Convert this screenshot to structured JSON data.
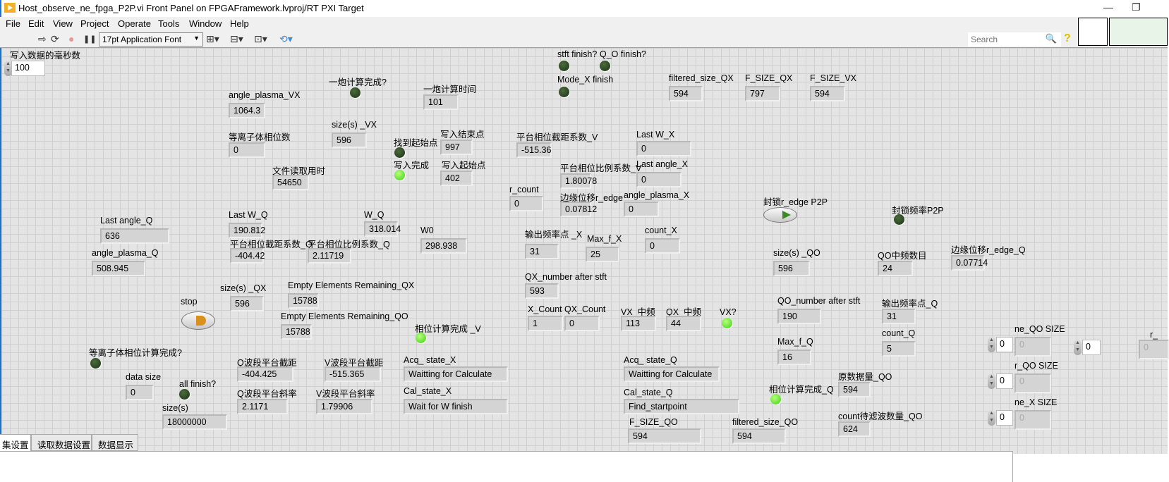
{
  "window": {
    "title": "Host_observe_ne_fpga_P2P.vi Front Panel on FPGAFramework.lvproj/RT PXI Target",
    "minimize": "—",
    "restore": "❐"
  },
  "menu": [
    "File",
    "Edit",
    "View",
    "Project",
    "Operate",
    "Tools",
    "Window",
    "Help"
  ],
  "toolbar": {
    "run_icon": "⇨",
    "run_continuous_icon": "⟳",
    "abort_icon": "●",
    "pause_icon": "❚❚",
    "font": "17pt Application Font",
    "align_icon": "⊞▾",
    "distribute_icon": "⊟▾",
    "resize_icon": "⊡▾",
    "reorder_icon": "⟲▾",
    "search_placeholder": "Search",
    "help": "?"
  },
  "controls": {
    "write_ms": {
      "label": "写入数据的毫秒数",
      "value": "100"
    },
    "stop": {
      "label": "stop"
    },
    "lock_r_edge": {
      "label": "封锁r_edge P2P"
    }
  },
  "indicators": {
    "angle_plasma_VX": {
      "label": "angle_plasma_VX",
      "value": "1064.3"
    },
    "plasma_phase_count": {
      "label": "等离子体相位数",
      "value": "0"
    },
    "size_VX": {
      "label": "size(s) _VX",
      "value": "596"
    },
    "file_read_time": {
      "label": "文件读取用时",
      "value": "54650"
    },
    "shot_calc_time": {
      "label": "一炮计算时间",
      "value": "101"
    },
    "write_end": {
      "label": "写入结束点",
      "value": "997"
    },
    "write_start": {
      "label": "写入起始点",
      "value": "402"
    },
    "platform_intercept_V": {
      "label": "平台相位截距系数_V",
      "value": "-515.36"
    },
    "last_W_X": {
      "label": "Last W_X",
      "value": "0"
    },
    "platform_ratio_V": {
      "label": "平台相位比例系数_V",
      "value": "1.80078"
    },
    "last_angle_X": {
      "label": "Last angle_X",
      "value": "0"
    },
    "r_count": {
      "label": "r_count",
      "value": "0"
    },
    "edge_r_edge": {
      "label": "边缘位移r_edge",
      "value": "0.07812"
    },
    "angle_plasma_X": {
      "label": "angle_plasma_X",
      "value": "0"
    },
    "filtered_size_QX": {
      "label": "filtered_size_QX",
      "value": "594"
    },
    "F_SIZE_QX": {
      "label": "F_SIZE_QX",
      "value": "797"
    },
    "F_SIZE_VX": {
      "label": "F_SIZE_VX",
      "value": "594"
    },
    "last_angle_Q": {
      "label": "Last angle_Q",
      "value": "636"
    },
    "angle_plasma_Q": {
      "label": "angle_plasma_Q",
      "value": "508.945"
    },
    "last_W_Q": {
      "label": "Last W_Q",
      "value": "190.812"
    },
    "W_Q": {
      "label": "W_Q",
      "value": "318.014"
    },
    "W0": {
      "label": "W0",
      "value": "298.938"
    },
    "platform_intercept_Q": {
      "label": "平台相位截距系数_Q",
      "value": "-404.42"
    },
    "platform_ratio_Q": {
      "label": "平台相位比例系数_Q",
      "value": "2.11719"
    },
    "out_freq_X": {
      "label": "输出频率点 _X",
      "value": "31"
    },
    "max_f_X": {
      "label": "Max_f_X",
      "value": "25"
    },
    "count_X": {
      "label": "count_X",
      "value": "0"
    },
    "QX_number": {
      "label": "QX_number after stft",
      "value": "593"
    },
    "X_Count": {
      "label": "X_Count",
      "value": "1"
    },
    "QX_Count": {
      "label": "QX_Count",
      "value": "0"
    },
    "VX_mid": {
      "label": "VX_中频",
      "value": "113"
    },
    "QX_mid": {
      "label": "QX_中频",
      "value": "44"
    },
    "size_QX": {
      "label": "size(s) _QX",
      "value": "596"
    },
    "empty_QX": {
      "label": "Empty Elements Remaining_QX",
      "value": "15788"
    },
    "empty_QO": {
      "label": "Empty Elements Remaining_QO",
      "value": "15788"
    },
    "data_size": {
      "label": "data size",
      "value": "0"
    },
    "size_s": {
      "label": "size(s)",
      "value": "18000000"
    },
    "Q_intercept": {
      "label": "Q波段平台截距",
      "value": "-404.425"
    },
    "V_intercept": {
      "label": "V波段平台截距",
      "value": "-515.365"
    },
    "Q_slope": {
      "label": "Q波段平台斜率",
      "value": "2.1171"
    },
    "V_slope": {
      "label": "V波段平台斜率",
      "value": "1.79906"
    },
    "acq_state_X": {
      "label": "Acq_ state_X",
      "value": "Waitting for Calculate"
    },
    "cal_state_X": {
      "label": "Cal_state_X",
      "value": "Wait for W finish"
    },
    "acq_state_Q": {
      "label": "Acq_ state_Q",
      "value": "Waitting for Calculate"
    },
    "cal_state_Q": {
      "label": "Cal_state_Q",
      "value": "Find_startpoint"
    },
    "F_SIZE_QO": {
      "label": "F_SIZE_QO",
      "value": "594"
    },
    "filtered_size_QO": {
      "label": "filtered_size_QO",
      "value": "594"
    },
    "size_QO": {
      "label": "size(s) _QO",
      "value": "596"
    },
    "QO_mid_count": {
      "label": "QO中频数目",
      "value": "24"
    },
    "edge_r_edge_Q": {
      "label": "边缘位移r_edge_Q",
      "value": "0.07714"
    },
    "QO_number": {
      "label": "QO_number after stft",
      "value": "190"
    },
    "out_freq_Q": {
      "label": "输出频率点_Q",
      "value": "31"
    },
    "count_Q": {
      "label": "count_Q",
      "value": "5"
    },
    "max_f_Q": {
      "label": "Max_f_Q",
      "value": "16"
    },
    "raw_QO": {
      "label": "原数据量_QO",
      "value": "594"
    },
    "count_filter_QO": {
      "label": "count待滤波数量_QO",
      "value": "624"
    },
    "ne_QO_SIZE": {
      "label": "ne_QO SIZE",
      "value": "0",
      "index": "0"
    },
    "r_QO_SIZE": {
      "label": "r_QO SIZE",
      "value": "0",
      "index": "0"
    },
    "ne_X_SIZE": {
      "label": "ne_X SIZE",
      "value": "0",
      "index": "0"
    },
    "r_X_SIZE": {
      "label": "r_",
      "value": "0",
      "index": "0"
    }
  },
  "leds": {
    "shot_done": {
      "label": "一炮计算完成?",
      "state": "off"
    },
    "found_start": {
      "label": "找到起始点",
      "state": "off"
    },
    "write_done": {
      "label": "写入完成",
      "state": "on"
    },
    "stft_finish": {
      "label": "stft finish?",
      "state": "off"
    },
    "QO_finish": {
      "label": "Q_O finish?",
      "state": "off"
    },
    "mode_X_finish": {
      "label": "Mode_X finish",
      "state": "off"
    },
    "lock_freq": {
      "label": "封锁频率P2P",
      "state": "off"
    },
    "phase_done_V": {
      "label": "相位计算完成 _V",
      "state": "on"
    },
    "VX": {
      "label": "VX?",
      "state": "on"
    },
    "plasma_phase_done": {
      "label": "等离子体相位计算完成?",
      "state": "off"
    },
    "all_finish": {
      "label": "all finish?",
      "state": "off"
    },
    "phase_done_Q": {
      "label": "相位计算完成_Q",
      "state": "on"
    }
  },
  "tabs": [
    {
      "label": "集设置",
      "active": true
    },
    {
      "label": "读取数据设置",
      "active": false
    },
    {
      "label": "数据显示",
      "active": false
    }
  ]
}
